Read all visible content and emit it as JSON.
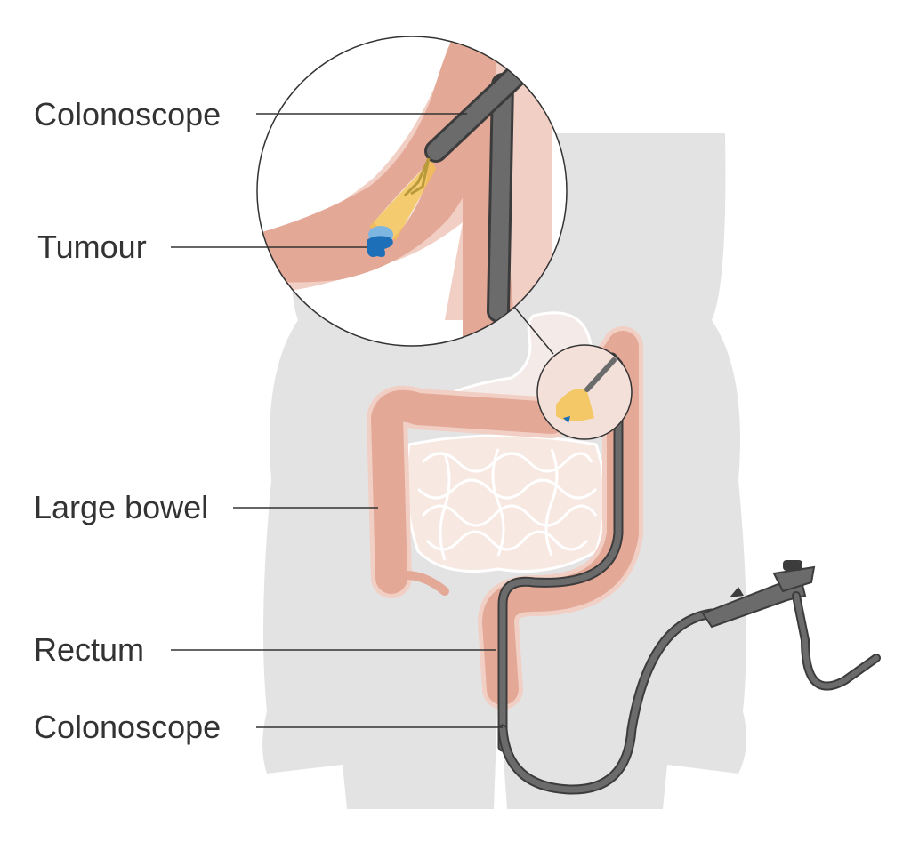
{
  "labels": {
    "colonoscope_zoom": "Colonoscope",
    "tumour": "Tumour",
    "large_bowel": "Large bowel",
    "rectum": "Rectum",
    "colonoscope_main": "Colonoscope"
  },
  "colors": {
    "body_silhouette": "#e3e3e3",
    "bowel": "#e4a897",
    "bowel_outline": "#f1cfc4",
    "small_bowel": "#f7e8e2",
    "scope": "#6b6b6c",
    "scope_dark": "#3c3c3d",
    "tumour": "#1d6fb8",
    "tumour_light": "#7eb6e2",
    "light_beam": "#f4c24a",
    "leader_line": "#333333"
  },
  "icons": {
    "instrument": "colonoscope-icon",
    "lesion": "tumour-icon"
  }
}
